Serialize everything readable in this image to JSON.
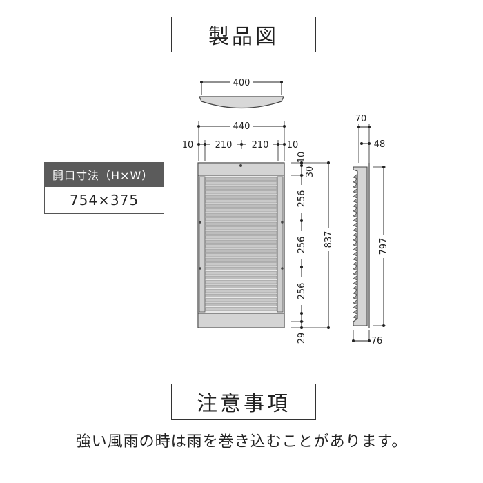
{
  "product_title": "製品図",
  "opening": {
    "label": "開口寸法（H×W）",
    "value": "754×375"
  },
  "dimensions": {
    "top_width": "400",
    "frame_width": "440",
    "margin_left": "10",
    "half_left": "210",
    "half_right": "210",
    "margin_right": "10",
    "top_margin": "10",
    "top_band": "30",
    "section_1": "256",
    "section_2": "256",
    "section_3": "256",
    "bottom_band": "29",
    "total_height": "837",
    "side_depth_outer": "70",
    "side_depth_inner": "48",
    "side_height": "797",
    "side_bottom": "76"
  },
  "notes_title": "注意事項",
  "note": "強い風雨の時は雨を巻き込むことがあります。"
}
